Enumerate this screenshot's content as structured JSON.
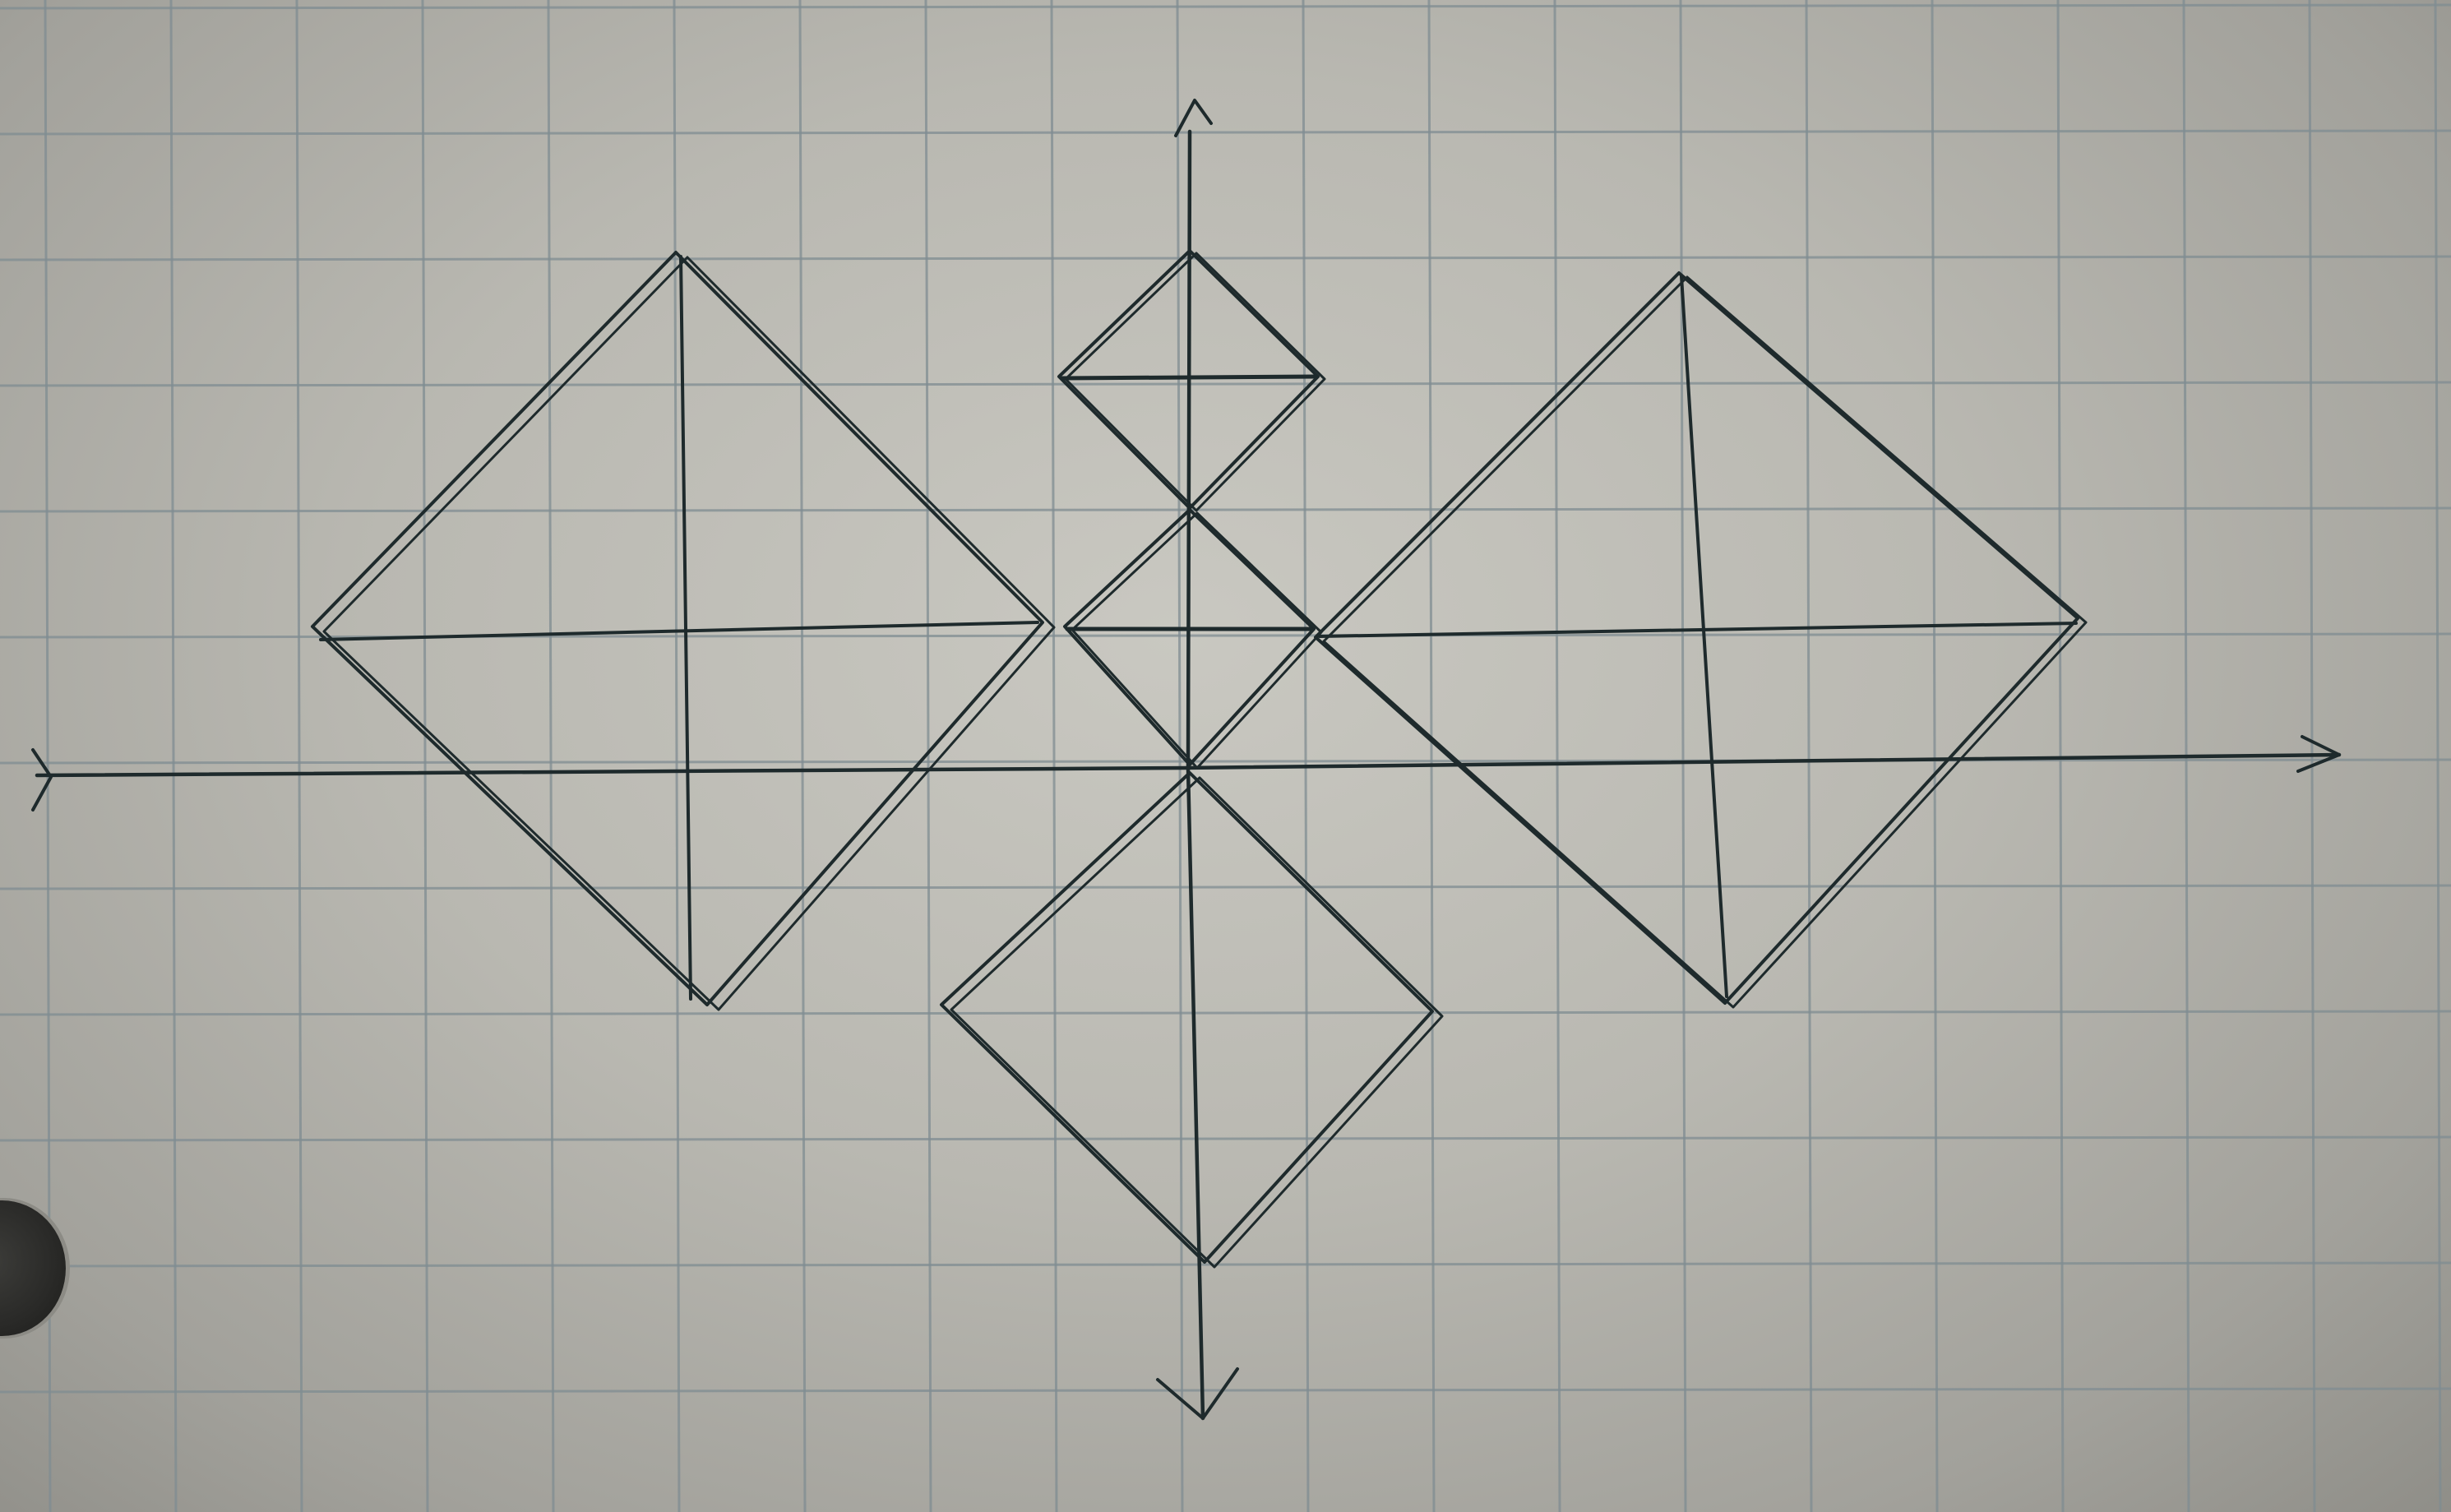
{
  "title": "",
  "paper": {
    "background": "#bdbcb5",
    "grid_color": "#7f8c91",
    "ink_color": "#1e2a2c"
  },
  "figure": {
    "description_shapes": [
      {
        "name": "left-diamond",
        "kind": "diamond with vertical and horizontal diagonals"
      },
      {
        "name": "right-diamond",
        "kind": "diamond with vertical and horizontal diagonals"
      },
      {
        "name": "top-small-diamond",
        "kind": "small diamond with horizontal diagonal"
      },
      {
        "name": "middle-small-diamond",
        "kind": "small diamond with horizontal diagonal"
      },
      {
        "name": "bottom-diamond",
        "kind": "diamond below x-axis"
      }
    ]
  }
}
